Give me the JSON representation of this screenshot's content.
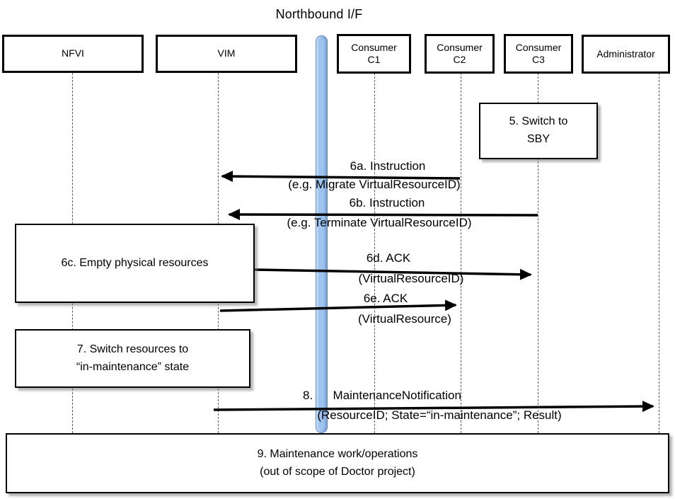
{
  "title": "Northbound I/F",
  "actors": [
    {
      "label": "NFVI"
    },
    {
      "label": "VIM"
    },
    {
      "label": "Consumer",
      "label2": "C1"
    },
    {
      "label": "Consumer",
      "label2": "C2"
    },
    {
      "label": "Consumer",
      "label2": "C3"
    },
    {
      "label": "Administrator"
    }
  ],
  "steps": {
    "s5": {
      "line1": "5. Switch to",
      "line2": "SBY"
    },
    "s6a": {
      "title": "6a. Instruction",
      "detail": "(e.g. Migrate VirtualResourceID)"
    },
    "s6b": {
      "title": "6b. Instruction",
      "detail": "(e.g. Terminate VirtualResourceID)"
    },
    "s6c": {
      "line1": "6c. Empty physical resources"
    },
    "s6d": {
      "title": "6d. ACK",
      "detail": "(VirtualResourceID)"
    },
    "s6e": {
      "title": "6e. ACK",
      "detail": "(VirtualResource)"
    },
    "s7": {
      "line1": "7. Switch resources to",
      "line2": "“in-maintenance” state"
    },
    "s8": {
      "title": "8.      MaintenanceNotification",
      "detail": "(ResourceID; State=“in-maintenance”; Result)"
    },
    "s9": {
      "line1": "9. Maintenance work/operations",
      "line2": "(out of scope of Doctor project)"
    }
  },
  "colors": {
    "bar_fill": "#9dc3ee",
    "bar_border": "#5f87c5",
    "line_color": "#000000",
    "lifeline_color": "#5a5a5a"
  }
}
